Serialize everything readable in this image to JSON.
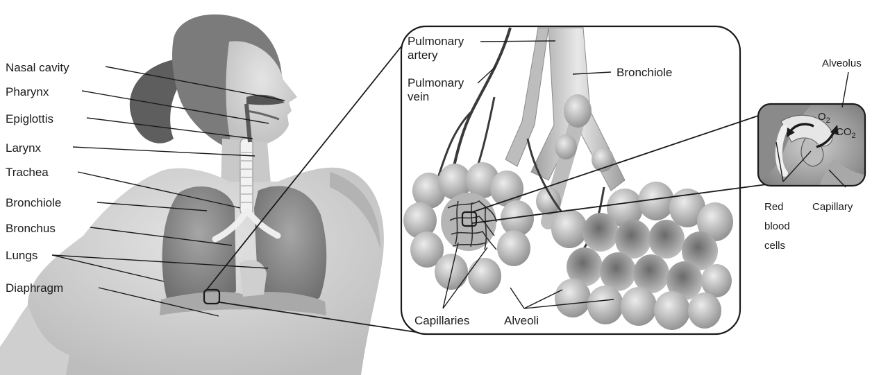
{
  "figure": {
    "body_labels": {
      "nasal_cavity": "Nasal cavity",
      "pharynx": "Pharynx",
      "epiglottis": "Epiglottis",
      "larynx": "Larynx",
      "trachea": "Trachea",
      "bronchiole": "Bronchiole",
      "bronchus": "Bronchus",
      "lungs": "Lungs",
      "diaphragm": "Diaphragm"
    },
    "inset_labels": {
      "pulmonary_artery_line1": "Pulmonary",
      "pulmonary_artery_line2": "artery",
      "pulmonary_vein_line1": "Pulmonary",
      "pulmonary_vein_line2": "vein",
      "bronchiole": "Bronchiole",
      "capillaries": "Capillaries",
      "alveoli": "Alveoli"
    },
    "detail_labels": {
      "alveolus": "Alveolus",
      "o2_main": "O",
      "o2_sub": "2",
      "co2_main": "CO",
      "co2_sub": "2",
      "rbc_line1": "Red",
      "rbc_line2": "blood",
      "rbc_line3": "cells",
      "capillary": "Capillary"
    },
    "colors": {
      "skin_light": "#d6d6d6",
      "skin_dark": "#9a9a9a",
      "lung": "#8f8f8f",
      "alveoli_fill": "#c4c4c4",
      "vessel": "#3a3a3a",
      "line": "#1a1a1a"
    }
  }
}
